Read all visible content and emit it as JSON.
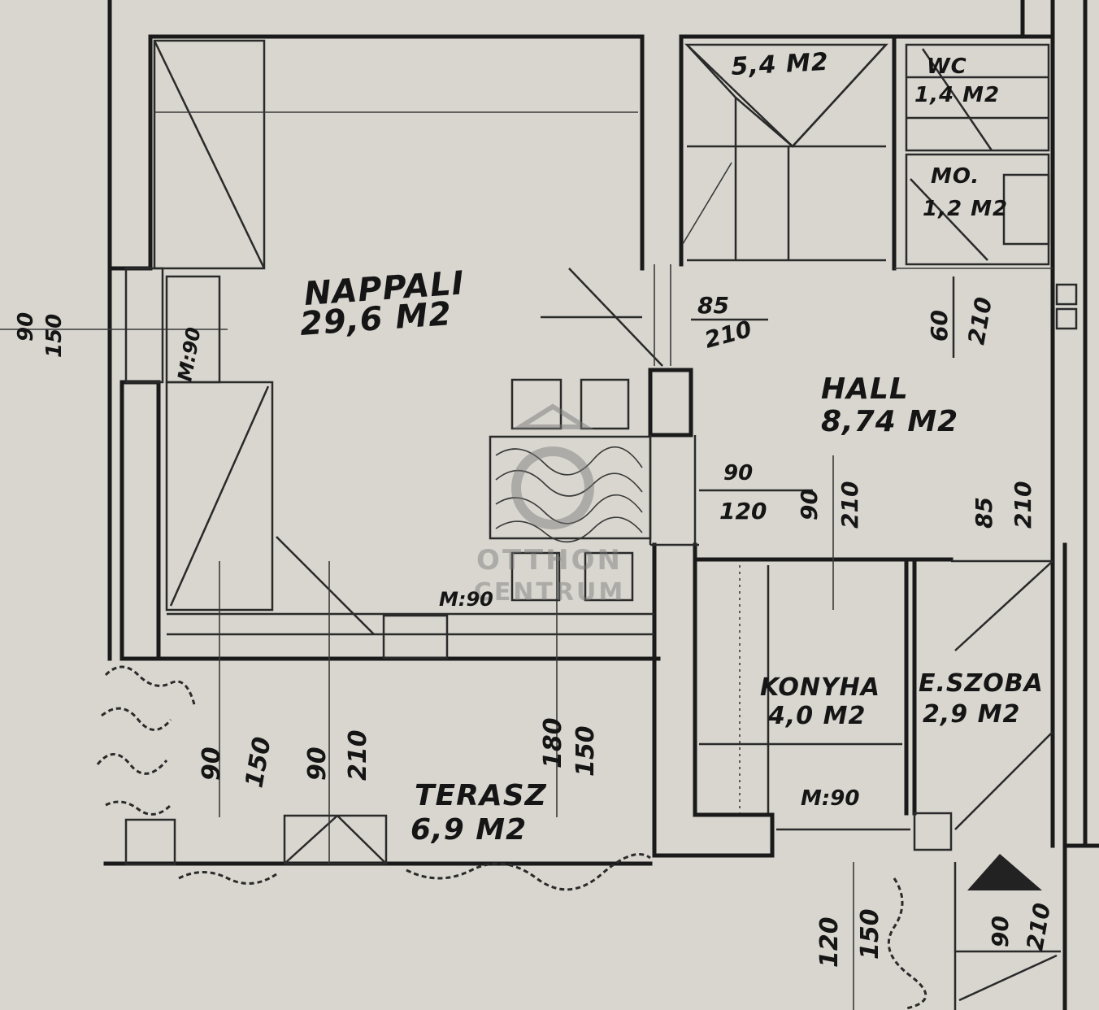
{
  "rooms": {
    "nappali": {
      "name": "NAPPALI",
      "area": "29,6 M2"
    },
    "hall": {
      "name": "HALL",
      "area": "8,74 M2"
    },
    "furdo": {
      "area": "5,4 M2"
    },
    "wc": {
      "name": "WC",
      "area": "1,4 M2"
    },
    "mo": {
      "name": "MO.",
      "area": "1,2 M2"
    },
    "konyha": {
      "name": "KONYHA",
      "area": "4,0 M2"
    },
    "eszoba": {
      "name": "E.SZOBA",
      "area": "2,9 M2"
    },
    "terasz": {
      "name": "TERASZ",
      "area": "6,9 M2"
    }
  },
  "dimensions": {
    "door_hall_top": {
      "w": "85",
      "h": "210"
    },
    "door_hall_right": {
      "w": "60",
      "h": "210"
    },
    "window_left": {
      "label": "M:90"
    },
    "window_nappali_bottom": {
      "label": "M:90"
    },
    "window_konyha": {
      "label": "M:90"
    },
    "left_edge_a": "90",
    "left_edge_b": "150",
    "hall_opening_1": {
      "w": "90",
      "h": "120"
    },
    "hall_opening_2": {
      "w": "90",
      "h": "210"
    },
    "hall_opening_3": {
      "w": "85",
      "h": "210"
    },
    "terasz_1": {
      "w": "90",
      "h": "150"
    },
    "terasz_2": {
      "w": "90",
      "h": "210"
    },
    "terasz_3": {
      "w": "180",
      "h": "150"
    },
    "entry_window": {
      "w": "120",
      "h": "150"
    },
    "entry_door": {
      "w": "90",
      "h": "210"
    }
  },
  "watermark": {
    "line1": "OTTHON",
    "line2": "CENTRUM"
  },
  "icons": {
    "watermark_logo": "house-logo-icon",
    "entry_arrow": "entry-arrow-icon"
  }
}
